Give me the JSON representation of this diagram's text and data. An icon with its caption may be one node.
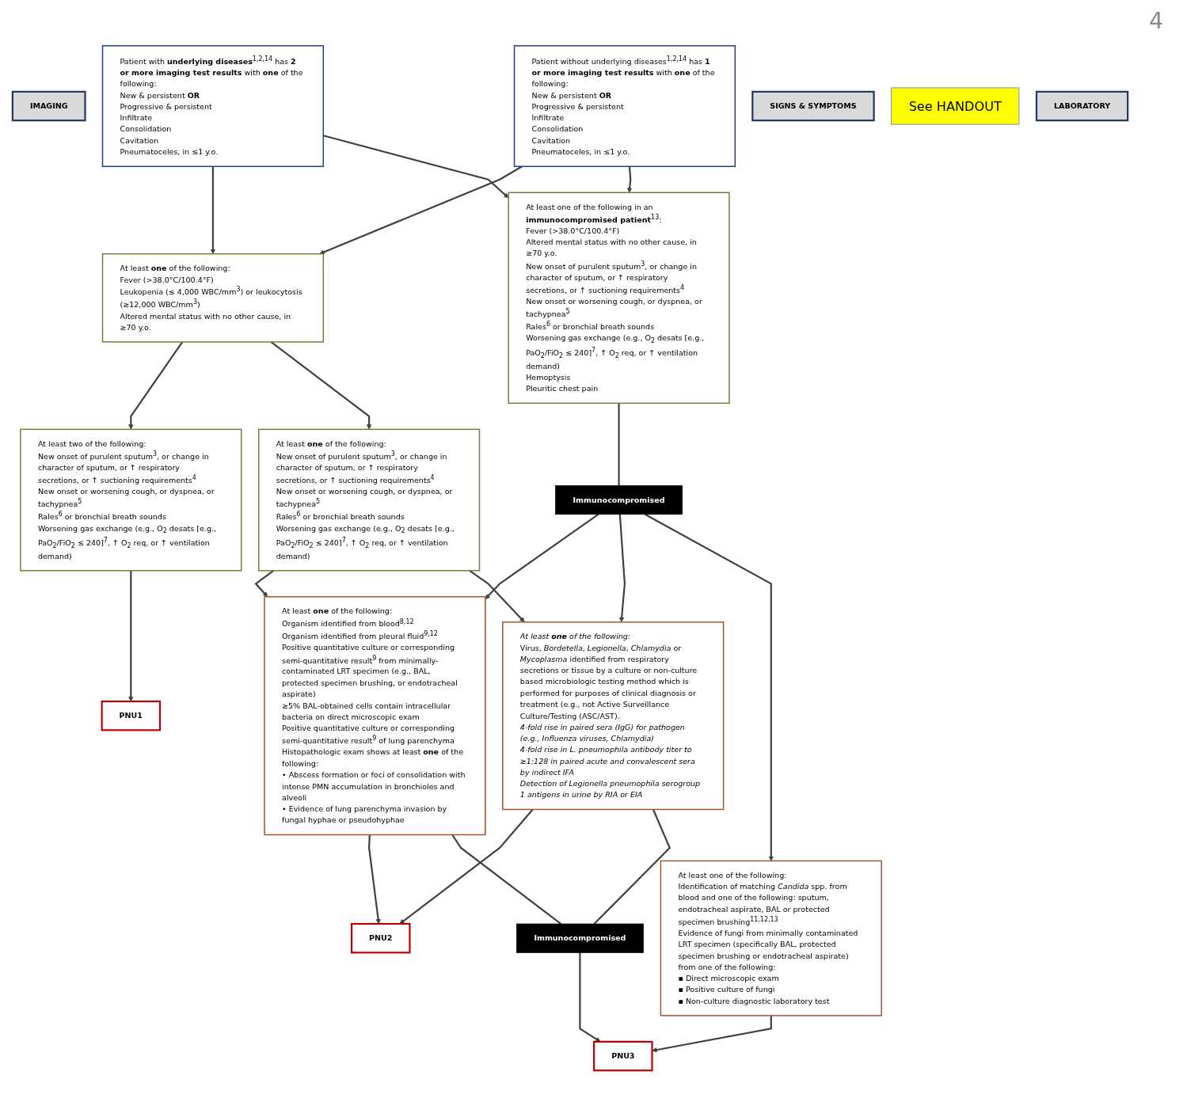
{
  "diagram": {
    "nodes": [
      {
        "text": [
          "IMAGING"
        ]
      },
      {
        "text": [
          "Patient with **underlying diseases**$^{1,2,14}$ has **2 or more imaging test results** with **one** of the following:",
          "New & persistent **OR**",
          "Progressive & persistent",
          "Infiltrate",
          "Consolidation",
          "Cavitation",
          "Pneumatoceles, in ≤1 y.o."
        ]
      },
      {
        "text": [
          "Patient without underlying diseases$^{1,2,14}$ has **1 or more imaging test results** with **one** of the following:",
          "New & persistent **OR**",
          "Progressive & persistent",
          "Infiltrate",
          "Consolidation",
          "Cavitation",
          "Pneumatoceles, in ≤1 y.o."
        ]
      },
      {
        "text": [
          "At least **one** of the following:",
          "Fever (>38.0°C/100.4°F)",
          "Leukopenia (≤ 4,000 WBC/mm$^{3}$) or leukocytosis (≥12,000 WBC/mm$^{3}$)",
          "Altered mental status with no other cause, in ≥70 y.o."
        ]
      },
      {
        "text": [
          "At least one of the following in an **immunocompromised patient**$^{13}$:",
          "Fever (>38.0°C/100.4°F)",
          "Altered mental status with no other cause, in ≥70 y.o.",
          "New onset of purulent sputum$^{3}$, or change in character of sputum, or ↑ respiratory secretions, or ↑ suctioning requirements$^{4}$",
          "New onset or worsening cough, or dyspnea, or tachypnea$^{5}$",
          "Rales$^{6}$ or bronchial breath sounds",
          "Worsening gas exchange (e.g., O$_{2}$ desats [e.g., PaO$_{2}$/FiO$_{2}$ ≤ 240]$^{7}$, ↑ O$_{2}$ req, or ↑ ventilation demand)",
          "Hemoptysis",
          "Pleuritic chest pain"
        ]
      },
      {
        "text": [
          "SIGNS & SYMPTOMS"
        ]
      },
      {
        "text": [
          "At least two of the following:",
          "New onset of purulent sputum$^{3}$, or change in character of sputum, or ↑ respiratory secretions, or ↑ suctioning requirements$^{4}$",
          "New onset or worsening cough, or dyspnea, or tachypnea$^{5}$",
          "Rales$^{6}$ or bronchial breath sounds",
          "Worsening gas exchange (e.g., O$_{2}$ desats [e.g., PaO$_{2}$/FiO$_{2}$ ≤ 240]$^{7}$, ↑ O$_{2}$ req, or ↑ ventilation demand)"
        ]
      },
      {
        "text": [
          "At least **one** of the following:",
          "New onset of purulent sputum$^{3}$, or change in character of sputum, or ↑ respiratory secretions, or ↑ suctioning requirements$^{4}$",
          "New onset or worsening cough, or dyspnea, or tachypnea$^{5}$",
          "Rales$^{6}$ or bronchial breath sounds",
          "Worsening gas exchange (e.g., O$_{2}$ desats [e.g., PaO$_{2}$/FiO$_{2}$ ≤ 240]$^{7}$, ↑ O$_{2}$ req, or ↑ ventilation demand)"
        ]
      },
      {
        "text": [
          "Immunocompromised"
        ]
      },
      {
        "text": [
          "See HANDOUT"
        ]
      },
      {
        "text": [
          "LABORATORY"
        ]
      },
      {
        "text": [
          "At least **one** of the following:",
          "Organism identified from blood$^{8,12}$",
          "Organism identified from pleural fluid$^{9,12}$",
          "Positive quantitative culture or corresponding semi-quantitative result$^{9}$ from minimally-contaminated LRT specimen (e.g., BAL, protected specimen brushing, or endotracheal aspirate)",
          "≥5% BAL-obtained cells contain intracellular bacteria on direct microscopic exam",
          "Positive quantitative culture or corresponding semi-quantitative result$^{9}$ of lung parenchyma",
          "Histopathologic exam shows at least **one** of the following:",
          "• Abscess formation or foci of consolidation with intense PMN accumulation in bronchioles and alveoli",
          "• Evidence of lung parenchyma invasion by fungal hyphae or pseudohyphae"
        ]
      },
      {
        "text": [
          "At least **one** of the following:",
          "Virus, *Bordetella*, *Legionella*, *Chlamydia* or *Mycoplasma* identified from respiratory secretions or tissue by a culture or non-culture based microbiologic testing method which is performed for purposes of clinical diagnosis or treatment (e.g., not Active Surveillance Culture/Testing (ASC/AST).",
          "4-fold rise in paired sera (IgG) for pathogen (e.g., Influenza viruses, Chlamydia)",
          "4-fold rise in L. pneumophila antibody titer to ≥1:128 in paired acute and convalescent sera by indirect IFA",
          "Detection of Legionella pneumophila serogroup 1 antigens in urine by RIA or EIA"
        ]
      },
      {
        "text": [
          "At least one of the following:",
          "Identification of matching *Candida* spp. from blood and one of the following: sputum, endotracheal aspirate, BAL or protected specimen brushing$^{11,12,13}$",
          "Evidence of fungi from minimally contaminated LRT specimen (specifically BAL, protected specimen brushing or endotracheal aspirate) from one of the following:",
          "▪ Direct microscopic exam",
          "▪ Positive culture of fungi",
          "▪ Non-culture diagnostic laboratory test"
        ]
      },
      {
        "text": [
          "Immunocompromised"
        ]
      },
      {
        "text": [
          "PNU1"
        ]
      },
      {
        "text": [
          "PNU2"
        ]
      },
      {
        "text": [
          "PNU3"
        ]
      }
    ],
    "edges": [
      {
        "from": 1,
        "to": 3,
        "arrow": "to"
      },
      {
        "from": 1,
        "to": 4,
        "arrow": "to"
      },
      {
        "from": 2,
        "to": 3,
        "arrow": "to"
      },
      {
        "from": 2,
        "to": 4,
        "arrow": "to"
      },
      {
        "from": 3,
        "to": 6,
        "arrow": "to"
      },
      {
        "from": 3,
        "to": 7,
        "arrow": "to"
      },
      {
        "from": 6,
        "to": 15,
        "arrow": "to"
      },
      {
        "from": 7,
        "to": 11,
        "arrow": "to"
      },
      {
        "from": 7,
        "to": 12,
        "arrow": "to"
      },
      {
        "from": 4,
        "to": 8,
        "arrow": "none"
      },
      {
        "from": 8,
        "to": 11,
        "arrow": "to"
      },
      {
        "from": 8,
        "to": 12,
        "arrow": "to"
      },
      {
        "from": 8,
        "to": 13,
        "arrow": "to"
      },
      {
        "from": 11,
        "to": 16,
        "arrow": "to"
      },
      {
        "from": 12,
        "to": 16,
        "arrow": "to"
      },
      {
        "from": 11,
        "to": 14,
        "arrow": "none"
      },
      {
        "from": 12,
        "to": 14,
        "arrow": "none"
      },
      {
        "from": 14,
        "to": 17,
        "arrow": "to"
      },
      {
        "from": 13,
        "to": 17,
        "arrow": "to"
      }
    ],
    "labels": [
      "4"
    ]
  }
}
